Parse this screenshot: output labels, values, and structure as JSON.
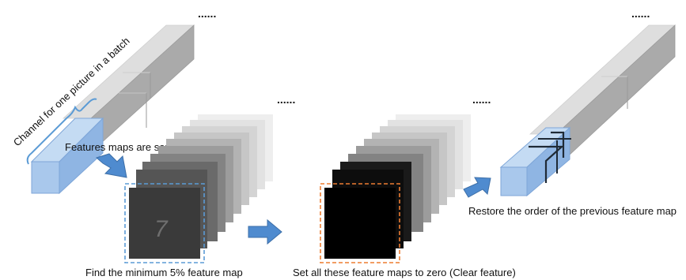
{
  "labels": {
    "channel": "Channel for one picture in a batch",
    "sorted": "Features maps are sorted by mean value",
    "find_min": "Find the minimum 5% feature map",
    "set_zero": "Set all these feature maps to zero (Clear feature)",
    "restore": "Restore the order of the previous feature map",
    "ellipsis": "......"
  },
  "digit": "7",
  "colors": {
    "blue_face": "#a9c8ec",
    "blue_edge": "#7ea6d8",
    "arrow_fill": "#4f8bcf",
    "arrow_stroke": "#3d6fa8",
    "gray_cube_front": "#c8c8c8",
    "gray_cube_top": "#dedede",
    "gray_cube_side": "#aaaaaa",
    "dashed_blue": "#5b9bd5",
    "dashed_orange": "#ed7d31",
    "dark_map": "#3a3a3a",
    "zero_map": "#000000"
  }
}
